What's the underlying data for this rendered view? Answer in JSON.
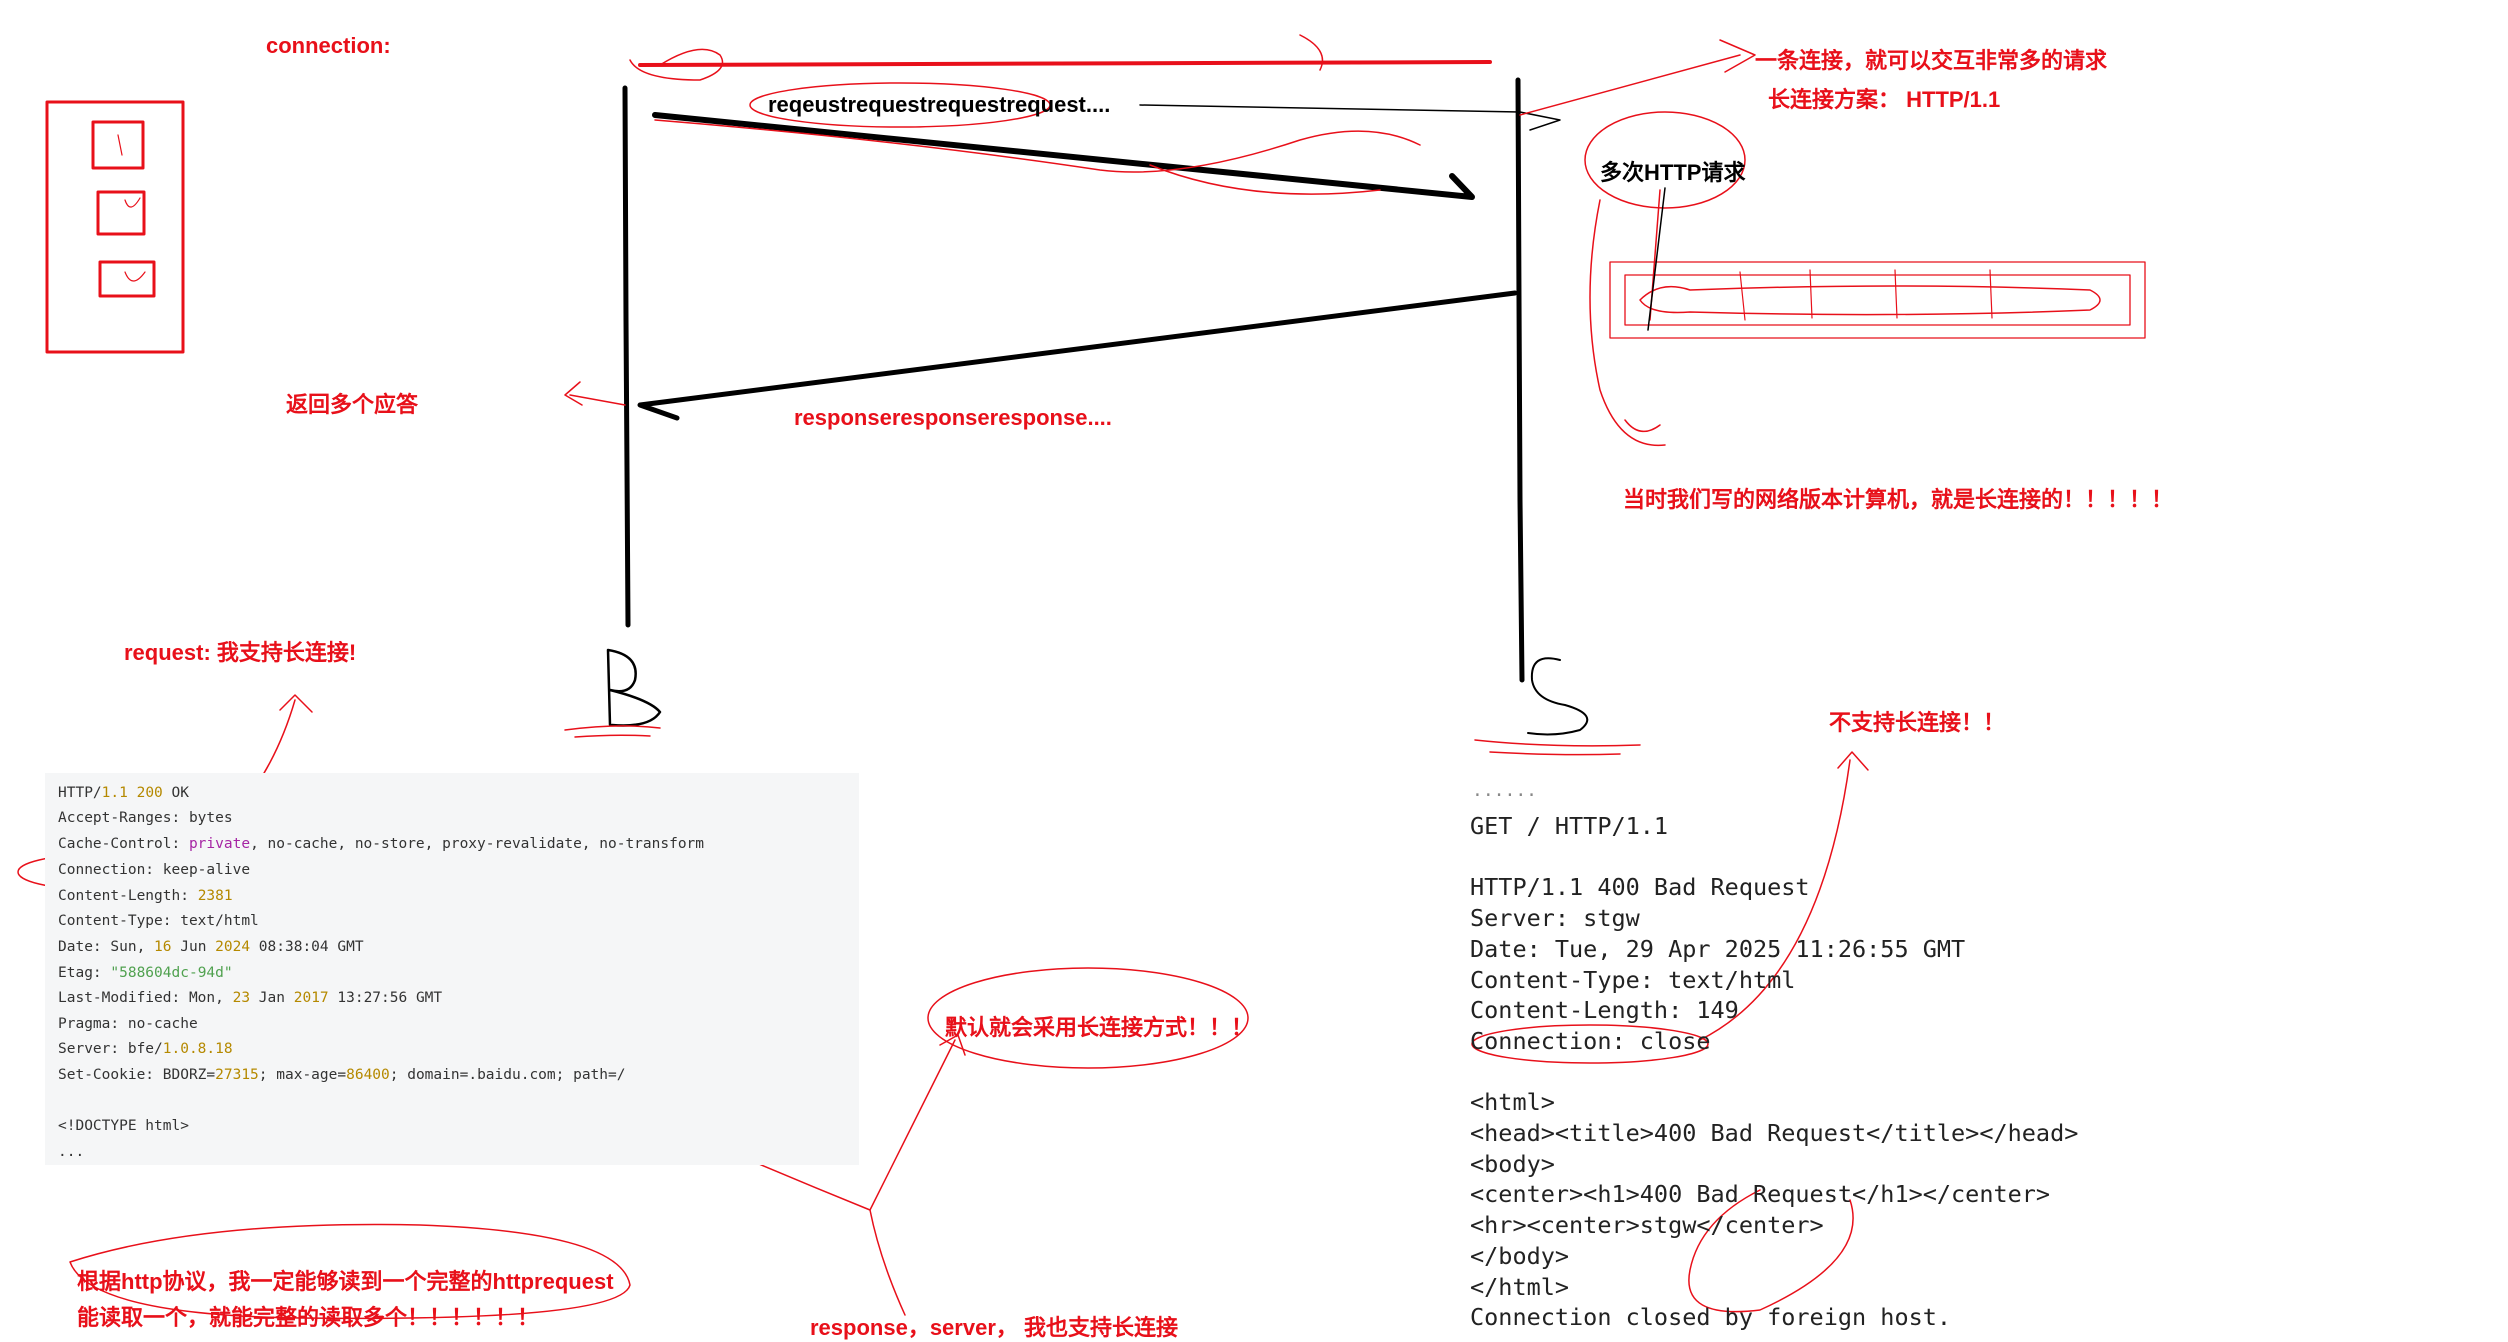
{
  "labels": {
    "connection": "connection:",
    "request_seq": "reqeustrequestrequestrequest....",
    "response_seq": "responseresponseresponse....",
    "multi_http": "多次HTTP请求",
    "return_multi": "返回多个应答",
    "one_conn": "一条连接，就可以交互非常多的请求",
    "long_conn_scheme": "长连接方案：  HTTP/1.1",
    "calc_note": "当时我们写的网络版本计算机，就是长连接的！！！！！",
    "req_support": "request: 我支持长连接!",
    "no_support": "不支持长连接！！",
    "default_long": "默认就会采用长连接方式！！！",
    "read_full_1": "根据http协议，我一定能够读到一个完整的httprequest",
    "read_full_2": "能读取一个，就能完整的读取多个！！！！！！",
    "resp_server": "response，server，  我也支持长连接",
    "client_letter": "B",
    "server_letter": "S"
  },
  "http_response": {
    "status_version_a": "HTTP/",
    "status_version_b": "1.1",
    "status_code": "200",
    "status_text": "OK",
    "accept_ranges": "Accept-Ranges: bytes",
    "cache_control_key": "Cache-Control: ",
    "cache_control_private": "private",
    "cache_control_rest": ", no-cache, no-store, proxy-revalidate, no-transform",
    "connection": "Connection: keep-alive",
    "content_length_key": "Content-Length: ",
    "content_length_val": "2381",
    "content_type": "Content-Type: text/html",
    "date_a": "Date: Sun, ",
    "date_day": "16",
    "date_b": " Jun ",
    "date_year": "2024",
    "date_time": " 08:38:04 GMT",
    "etag_key": "Etag: ",
    "etag_val": "\"588604dc-94d\"",
    "last_modified_a": "Last-Modified: Mon, ",
    "last_modified_day": "23",
    "last_modified_b": " Jan ",
    "last_modified_year": "2017",
    "last_modified_time": " 13:27:56 GMT",
    "pragma": "Pragma: no-cache",
    "server_a": "Server: bfe/",
    "server_ver": "1.0.8.18",
    "set_cookie_a": "Set-Cookie: BDORZ=",
    "set_cookie_num": "27315",
    "set_cookie_b": "; max-age=",
    "set_cookie_age": "86400",
    "set_cookie_c": "; domain=.baidu.com; path=/",
    "doctype": "<!DOCTYPE html>",
    "ellipsis": "..."
  },
  "terminal": {
    "partial_top": "......",
    "lines": [
      "GET / HTTP/1.1",
      "",
      "HTTP/1.1 400 Bad Request",
      "Server: stgw",
      "Date: Tue, 29 Apr 2025 11:26:55 GMT",
      "Content-Type: text/html",
      "Content-Length: 149",
      "Connection: close",
      "",
      "<html>",
      "<head><title>400 Bad Request</title></head>",
      "<body>",
      "<center><h1>400 Bad Request</h1></center>",
      "<hr><center>stgw</center>",
      "</body>",
      "</html>",
      "Connection closed by foreign host."
    ]
  },
  "colors": {
    "ink_red": "#e8101a",
    "ink_black": "#000000",
    "panel_bg": "#f5f6f7"
  }
}
